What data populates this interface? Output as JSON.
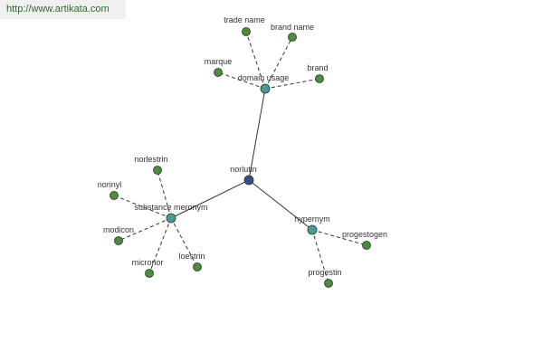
{
  "watermark": {
    "text": "http://www.artikata.com"
  },
  "colors": {
    "center": "#3b4a8c",
    "relation": "#4a9a9a",
    "leaf": "#4f8a3f",
    "edge": "#333333"
  },
  "graph": {
    "center": {
      "id": "norlutin",
      "label": "norlutin"
    },
    "relations": [
      {
        "id": "domain-usage",
        "label": "domain usage"
      },
      {
        "id": "substance-meronym",
        "label": "substance meronym"
      },
      {
        "id": "hypernym",
        "label": "hypernym"
      }
    ],
    "leaves": [
      {
        "id": "trade-name",
        "label": "trade name",
        "relation": "domain-usage"
      },
      {
        "id": "brand-name",
        "label": "brand name",
        "relation": "domain-usage"
      },
      {
        "id": "marque",
        "label": "marque",
        "relation": "domain-usage"
      },
      {
        "id": "brand",
        "label": "brand",
        "relation": "domain-usage"
      },
      {
        "id": "norlestrin",
        "label": "norlestrin",
        "relation": "substance-meronym"
      },
      {
        "id": "norinyl",
        "label": "norinyl",
        "relation": "substance-meronym"
      },
      {
        "id": "modicon",
        "label": "modicon",
        "relation": "substance-meronym"
      },
      {
        "id": "micronor",
        "label": "micronor",
        "relation": "substance-meronym"
      },
      {
        "id": "loestrin",
        "label": "loestrin",
        "relation": "substance-meronym"
      },
      {
        "id": "progestogen",
        "label": "progestogen",
        "relation": "hypernym"
      },
      {
        "id": "progestin",
        "label": "progestin",
        "relation": "hypernym"
      }
    ]
  }
}
